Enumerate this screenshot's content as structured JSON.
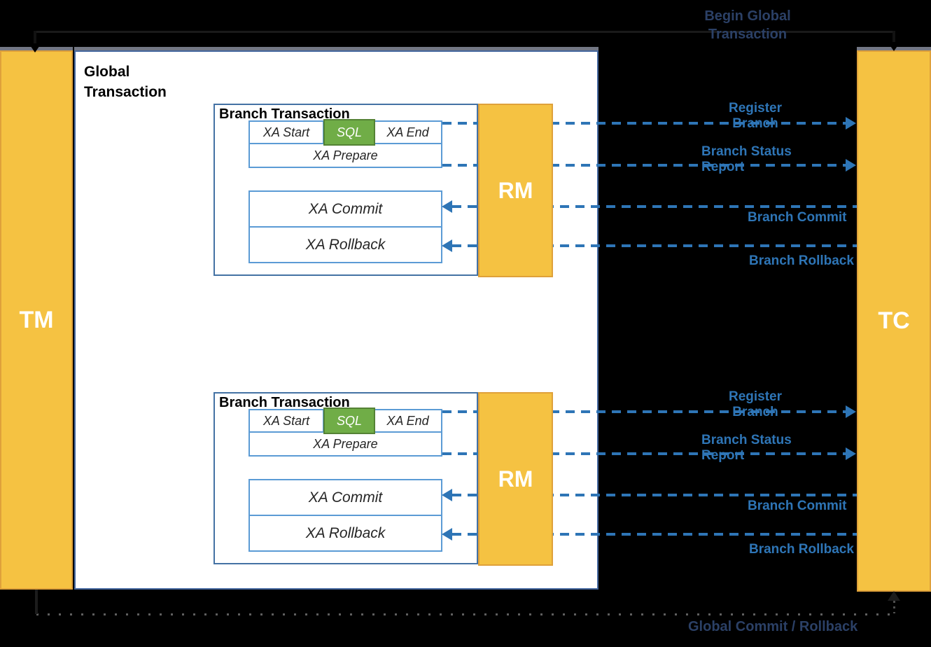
{
  "actors": {
    "tm": "TM",
    "tc": "TC",
    "rm": "RM"
  },
  "global_transaction": {
    "label": "Global Transaction"
  },
  "branches": [
    {
      "title": "Branch Transaction",
      "steps": {
        "xa_start": "XA Start",
        "sql": "SQL",
        "xa_end": "XA End",
        "xa_prepare": "XA Prepare",
        "xa_commit": "XA Commit",
        "xa_rollback": "XA Rollback"
      },
      "messages": {
        "register": "Register Branch",
        "status": "Branch Status Report",
        "commit": "Branch Commit",
        "rollback": "Branch Rollback"
      }
    },
    {
      "title": "Branch Transaction",
      "steps": {
        "xa_start": "XA Start",
        "sql": "SQL",
        "xa_end": "XA End",
        "xa_prepare": "XA Prepare",
        "xa_commit": "XA Commit",
        "xa_rollback": "XA Rollback"
      },
      "messages": {
        "register": "Register Branch",
        "status": "Branch Status Report",
        "commit": "Branch Commit",
        "rollback": "Branch Rollback"
      }
    }
  ],
  "flows": {
    "begin": "Begin Global Transaction",
    "end": "Global Commit / Rollback"
  },
  "colors": {
    "actor_fill": "#F5C242",
    "actor_border": "#DFA13A",
    "sql_fill": "#70AD47",
    "sql_border": "#548235",
    "box_border": "#5B9BD5",
    "branch_border": "#4472A4",
    "global_border": "#44679E",
    "message_blue": "#2E75B6",
    "background": "#000000",
    "faint_label": "#2B4066"
  }
}
